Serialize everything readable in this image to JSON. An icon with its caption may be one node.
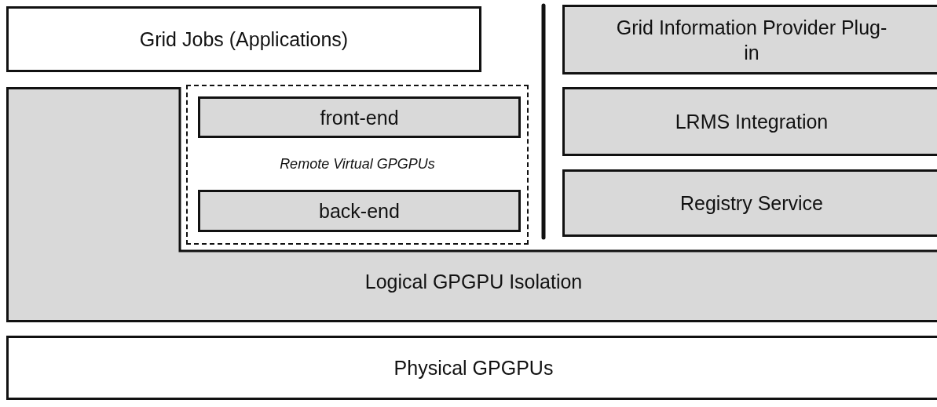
{
  "diagram": {
    "nodes": [
      {
        "text": [
          "Grid Jobs (Applications)"
        ]
      },
      {
        "text": [
          "Grid Information Provider Plug-in"
        ]
      },
      {
        "text": [
          "Logical GPGPU Isolation"
        ]
      },
      {
        "text": [
          "Remote Virtual GPGPUs"
        ]
      },
      {
        "text": [
          "front-end"
        ],
        "in": 3
      },
      {
        "text": [
          "back-end"
        ],
        "in": 3
      },
      {
        "text": [
          "LRMS Integration"
        ]
      },
      {
        "text": [
          "Registry Service"
        ]
      },
      {
        "text": [
          "Physical GPGPUs"
        ]
      }
    ]
  }
}
